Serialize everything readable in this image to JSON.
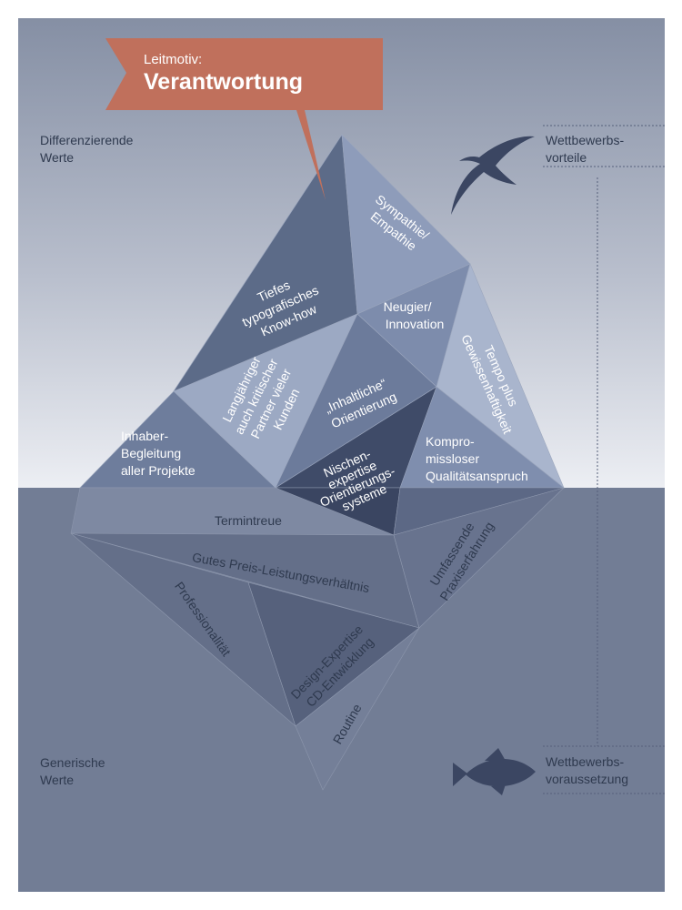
{
  "banner": {
    "small": "Leitmotiv:",
    "large": "Verantwortung"
  },
  "sides": {
    "top_left": [
      "Differenzierende",
      "Werte"
    ],
    "bottom_left": [
      "Generische",
      "Werte"
    ],
    "top_right": [
      "Wettbewerbs-",
      "vorteile"
    ],
    "bottom_right": [
      "Wettbewerbs-",
      "voraussetzung"
    ]
  },
  "above": {
    "tiefes": [
      "Tiefes",
      "typografisches",
      "Know-how"
    ],
    "sympathie": [
      "Sympathie/",
      "Empathie"
    ],
    "neugier": [
      "Neugier/",
      "Innovation"
    ],
    "tempo": [
      "Tempo plus",
      "Gewissenhaftigkeit"
    ],
    "langjaehriger": [
      "Langjähriger",
      "auch kritischer",
      "Partner vieler",
      "Kunden"
    ],
    "inhaltliche": [
      "„Inhaltliche“",
      "Orientierung"
    ],
    "inhaber": [
      "Inhaber-",
      "Begleitung",
      "aller Projekte"
    ],
    "nischen": [
      "Nischen-",
      "expertise",
      "Orientierungs-",
      "systeme"
    ],
    "kompromiss": [
      "Kompro-",
      "missloser",
      "Qualitätsanspruch"
    ]
  },
  "below": {
    "termintreue": "Termintreue",
    "preis": "Gutes Preis-Leistungsverhältnis",
    "praxis": [
      "Umfassende",
      "Praxiserfahrung"
    ],
    "professionalitaet": "Professionalität",
    "design": [
      "Design-Expertise",
      "CD-Entwicklung"
    ],
    "routine": "Routine"
  },
  "colors": {
    "sky_top": "#8a94a8",
    "sky_bottom": "#e9ebf1",
    "water": "#707b94",
    "banner": "#c0705c",
    "ink": "#2f3a4f"
  },
  "icons": {
    "bird": "bird-icon",
    "fish": "fish-icon"
  }
}
